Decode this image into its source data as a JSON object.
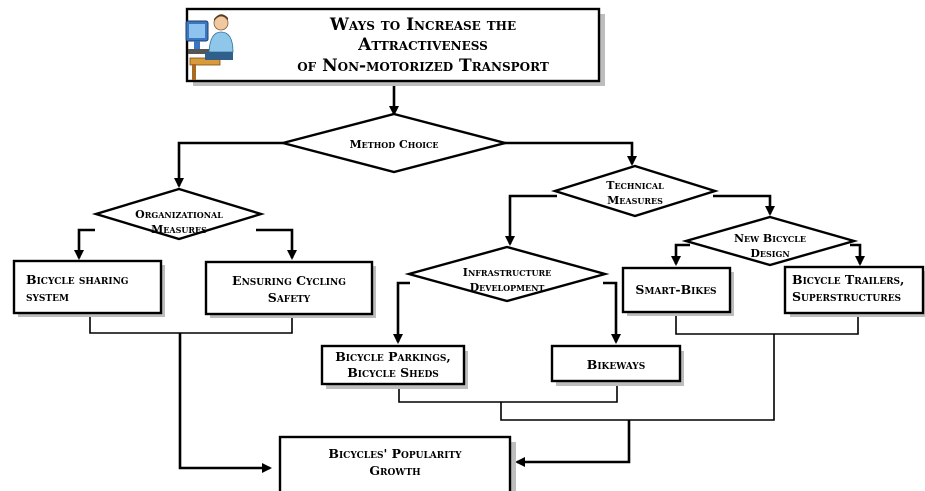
{
  "title": {
    "lines": [
      "Ways to Increase the",
      "Attractiveness",
      "of Non-motorized Transport"
    ]
  },
  "nodes": {
    "method_choice": [
      "Method Choice"
    ],
    "organizational_measures": [
      "Organizational",
      "Measures"
    ],
    "technical_measures": [
      "Technical",
      "Measures"
    ],
    "bicycle_sharing": [
      "Bicycle sharing",
      "system"
    ],
    "cycling_safety": [
      "Ensuring Cycling",
      "Safety"
    ],
    "infrastructure_development": [
      "Infrastructure",
      "Development"
    ],
    "new_bicycle_design": [
      "New Bicycle",
      "Design"
    ],
    "smart_bikes": [
      "Smart-Bikes"
    ],
    "trailers": [
      "Bicycle Trailers,",
      "Superstructures"
    ],
    "parkings": [
      "Bicycle Parkings,",
      "Bicycle Sheds"
    ],
    "bikeways": [
      "Bikeways"
    ],
    "popularity_growth": [
      "Bicycles' Popularity",
      "Growth"
    ]
  },
  "icons": {
    "title_icon": "person-at-computer-icon"
  }
}
